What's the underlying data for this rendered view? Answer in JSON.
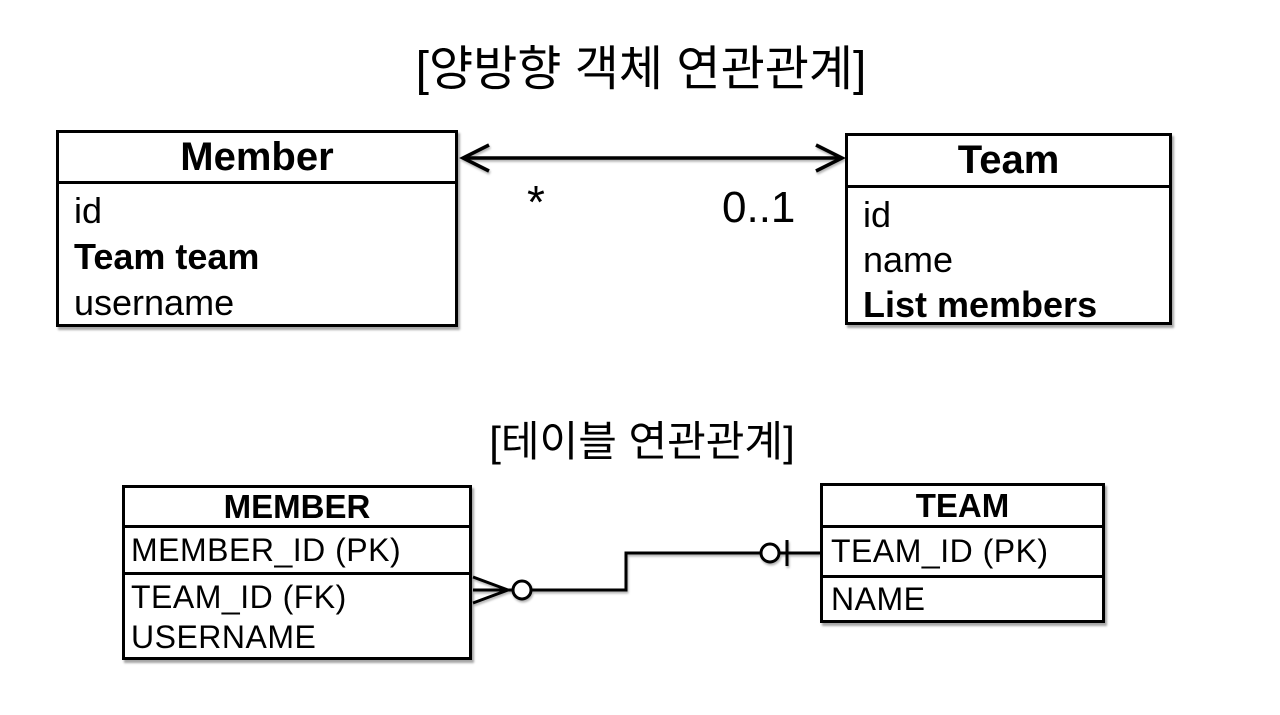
{
  "colors": {
    "ink": "#000000",
    "background": "#ffffff"
  },
  "object_association": {
    "title": "[양방향 객체 연관관계]",
    "member_class": {
      "name": "Member",
      "attributes": [
        "id",
        "Team team",
        "username"
      ]
    },
    "team_class": {
      "name": "Team",
      "attributes": [
        "id",
        "name",
        "List members"
      ]
    },
    "association": {
      "type": "bidirectional-arrow",
      "member_side_multiplicity": "*",
      "team_side_multiplicity": "0..1"
    }
  },
  "table_association": {
    "title": "[테이블 연관관계]",
    "member_table": {
      "name": "MEMBER",
      "pk_row": "MEMBER_ID (PK)",
      "rows": [
        "TEAM_ID (FK)",
        "USERNAME"
      ]
    },
    "team_table": {
      "name": "TEAM",
      "pk_row": "TEAM_ID (PK)",
      "rows": [
        "NAME"
      ]
    },
    "relationship": {
      "member_side_icon": "zero-or-many-crows-foot",
      "team_side_icon": "zero-or-one"
    }
  }
}
